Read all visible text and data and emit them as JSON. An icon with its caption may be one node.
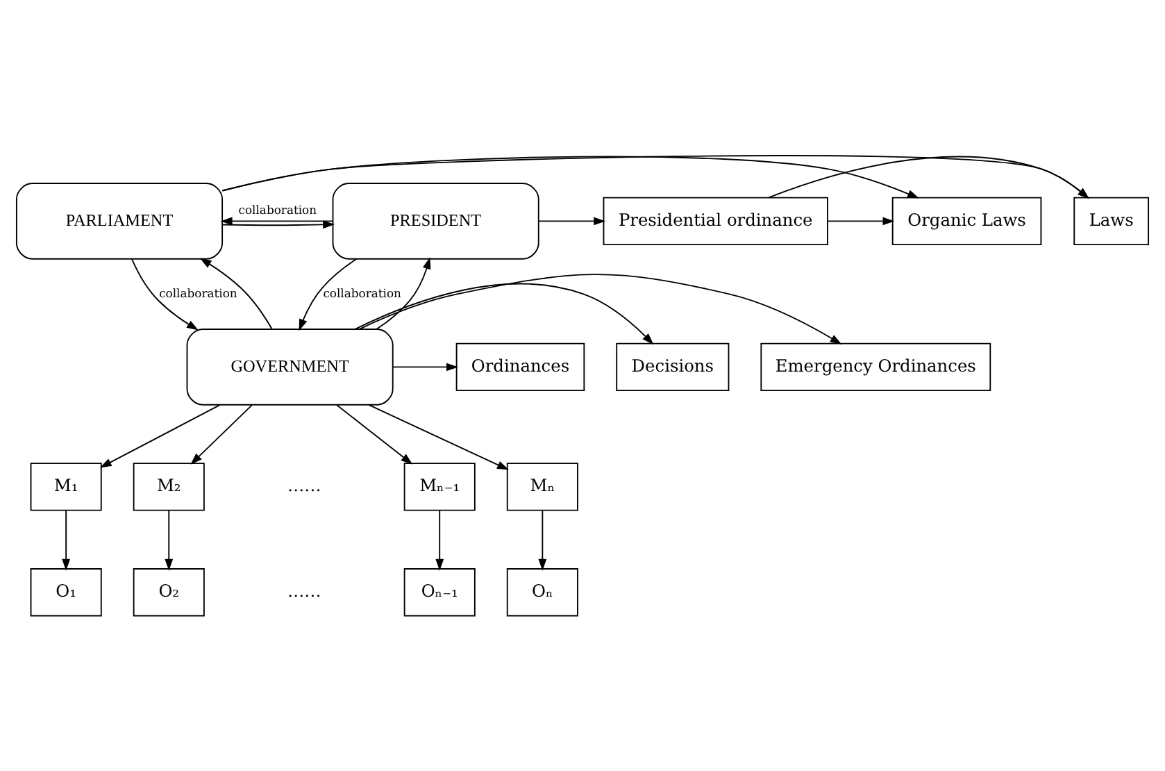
{
  "diagram": {
    "nodes": [
      {
        "text": [
          "Presidential ordinance"
        ]
      },
      {
        "text": [
          "PRESIDENT"
        ]
      },
      {
        "text": [
          "PARLIAMENT"
        ]
      },
      {
        "text": [
          "Laws"
        ]
      },
      {
        "text": [
          "Organic Laws"
        ]
      },
      {
        "text": [
          "GOVERNMENT"
        ]
      },
      {
        "text": [
          "Decisions"
        ]
      },
      {
        "text": [
          "Ordinances"
        ]
      },
      {
        "text": [
          "Emergency Ordinances"
        ]
      },
      {
        "text": [
          "M₁"
        ]
      },
      {
        "text": [
          "M₂"
        ]
      },
      {
        "text": [
          "Mₙ₋₁"
        ]
      },
      {
        "text": [
          "Mₙ"
        ]
      },
      {
        "text": [
          "O₁"
        ]
      },
      {
        "text": [
          "O₂"
        ]
      },
      {
        "text": [
          "Oₙ₋₁"
        ]
      },
      {
        "text": [
          "Oₙ"
        ]
      }
    ],
    "edges": [
      {
        "from": 1,
        "to": 0,
        "arrow": "to"
      },
      {
        "from": 1,
        "to": 2,
        "arrow": "to",
        "label": "collaboration"
      },
      {
        "from": 2,
        "to": 1,
        "arrow": "to"
      },
      {
        "from": 2,
        "to": 3,
        "arrow": "to"
      },
      {
        "from": 2,
        "to": 4,
        "arrow": "to"
      },
      {
        "from": 0,
        "to": 3,
        "arrow": "to"
      },
      {
        "from": 0,
        "to": 4,
        "arrow": "to"
      },
      {
        "from": 5,
        "to": 1,
        "arrow": "to"
      },
      {
        "from": 1,
        "to": 5,
        "arrow": "to",
        "label": "collaboration"
      },
      {
        "from": 2,
        "to": 5,
        "arrow": "to",
        "label": "collaboration"
      },
      {
        "from": 5,
        "to": 2,
        "arrow": "to"
      },
      {
        "from": 5,
        "to": 6,
        "arrow": "to"
      },
      {
        "from": 5,
        "to": 7,
        "arrow": "to"
      },
      {
        "from": 5,
        "to": 8,
        "arrow": "to"
      },
      {
        "from": 5,
        "to": 9,
        "arrow": "to"
      },
      {
        "from": 5,
        "to": 10,
        "arrow": "to"
      },
      {
        "from": 5,
        "to": 11,
        "arrow": "to"
      },
      {
        "from": 5,
        "to": 12,
        "arrow": "to"
      },
      {
        "from": 9,
        "to": 13,
        "arrow": "to"
      },
      {
        "from": 10,
        "to": 14,
        "arrow": "to"
      },
      {
        "from": 11,
        "to": 15,
        "arrow": "to"
      },
      {
        "from": 12,
        "to": 16,
        "arrow": "to"
      }
    ],
    "labels": [
      "……",
      "……"
    ]
  }
}
